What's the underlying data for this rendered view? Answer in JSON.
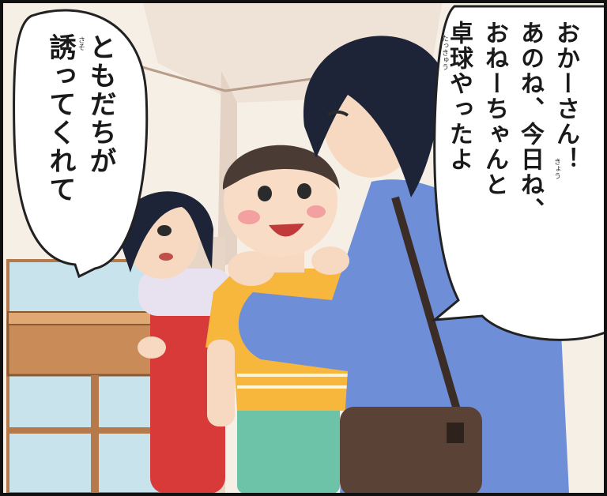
{
  "speech_left": {
    "lines": [
      "ともだちが",
      "誘ってくれて"
    ],
    "ruby": "さそ"
  },
  "speech_right": {
    "lines": [
      "おかーさん！",
      "あのね、今日ね、",
      "おねーちゃんと",
      "卓球やったよ"
    ],
    "ruby_today": "きょう",
    "ruby_pingpong": "たっきゅう"
  }
}
